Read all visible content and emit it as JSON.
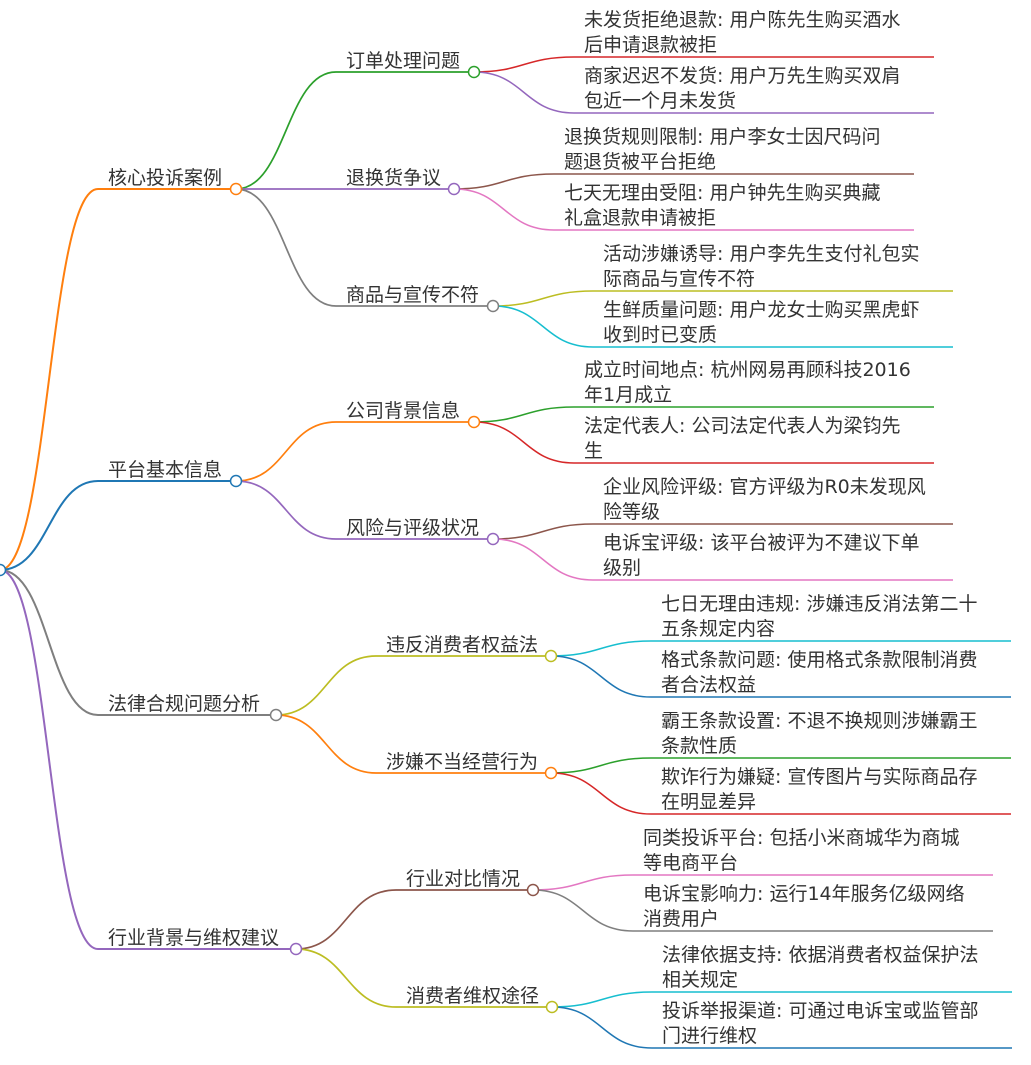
{
  "root": {
    "color": "#1f77b4"
  },
  "branches": [
    {
      "label": "核心投诉案例",
      "color": "#ff7f0e",
      "children": [
        {
          "label": "订单处理问题",
          "color": "#2ca02c",
          "children": [
            {
              "lines": [
                "未发货拒绝退款: 用户陈先生购买酒水",
                "后申请退款被拒"
              ],
              "color": "#d62728"
            },
            {
              "lines": [
                "商家迟迟不发货: 用户万先生购买双肩",
                "包近一个月未发货"
              ],
              "color": "#9467bd"
            }
          ]
        },
        {
          "label": "退换货争议",
          "color": "#9467bd",
          "children": [
            {
              "lines": [
                "退换货规则限制: 用户李女士因尺码问",
                "题退货被平台拒绝"
              ],
              "color": "#8c564b"
            },
            {
              "lines": [
                "七天无理由受阻: 用户钟先生购买典藏",
                "礼盒退款申请被拒"
              ],
              "color": "#e377c2"
            }
          ]
        },
        {
          "label": "商品与宣传不符",
          "color": "#7f7f7f",
          "children": [
            {
              "lines": [
                "活动涉嫌诱导: 用户李先生支付礼包实",
                "际商品与宣传不符"
              ],
              "color": "#bcbd22"
            },
            {
              "lines": [
                "生鲜质量问题: 用户龙女士购买黑虎虾",
                "收到时已变质"
              ],
              "color": "#17becf"
            }
          ]
        }
      ]
    },
    {
      "label": "平台基本信息",
      "color": "#1f77b4",
      "children": [
        {
          "label": "公司背景信息",
          "color": "#ff7f0e",
          "children": [
            {
              "lines": [
                "成立时间地点: 杭州网易再顾科技2016",
                "年1月成立"
              ],
              "color": "#2ca02c"
            },
            {
              "lines": [
                "法定代表人: 公司法定代表人为梁钧先",
                "生"
              ],
              "color": "#d62728"
            }
          ]
        },
        {
          "label": "风险与评级状况",
          "color": "#9467bd",
          "children": [
            {
              "lines": [
                "企业风险评级: 官方评级为R0未发现风",
                "险等级"
              ],
              "color": "#8c564b"
            },
            {
              "lines": [
                "电诉宝评级: 该平台被评为不建议下单",
                "级别"
              ],
              "color": "#e377c2"
            }
          ]
        }
      ]
    },
    {
      "label": "法律合规问题分析",
      "color": "#7f7f7f",
      "children": [
        {
          "label": "违反消费者权益法",
          "color": "#bcbd22",
          "children": [
            {
              "lines": [
                "七日无理由违规: 涉嫌违反消法第二十",
                "五条规定内容"
              ],
              "color": "#17becf"
            },
            {
              "lines": [
                "格式条款问题: 使用格式条款限制消费",
                "者合法权益"
              ],
              "color": "#1f77b4"
            }
          ]
        },
        {
          "label": "涉嫌不当经营行为",
          "color": "#ff7f0e",
          "children": [
            {
              "lines": [
                "霸王条款设置: 不退不换规则涉嫌霸王",
                "条款性质"
              ],
              "color": "#2ca02c"
            },
            {
              "lines": [
                "欺诈行为嫌疑: 宣传图片与实际商品存",
                "在明显差异"
              ],
              "color": "#d62728"
            }
          ]
        }
      ]
    },
    {
      "label": "行业背景与维权建议",
      "color": "#9467bd",
      "children": [
        {
          "label": "行业对比情况",
          "color": "#8c564b",
          "children": [
            {
              "lines": [
                "同类投诉平台: 包括小米商城华为商城",
                "等电商平台"
              ],
              "color": "#e377c2"
            },
            {
              "lines": [
                "电诉宝影响力: 运行14年服务亿级网络",
                "消费用户"
              ],
              "color": "#7f7f7f"
            }
          ]
        },
        {
          "label": "消费者维权途径",
          "color": "#bcbd22",
          "children": [
            {
              "lines": [
                "法律依据支持: 依据消费者权益保护法",
                "相关规定"
              ],
              "color": "#17becf"
            },
            {
              "lines": [
                "投诉举报渠道: 可通过电诉宝或监管部",
                "门进行维权"
              ],
              "color": "#1f77b4"
            }
          ]
        }
      ]
    }
  ]
}
